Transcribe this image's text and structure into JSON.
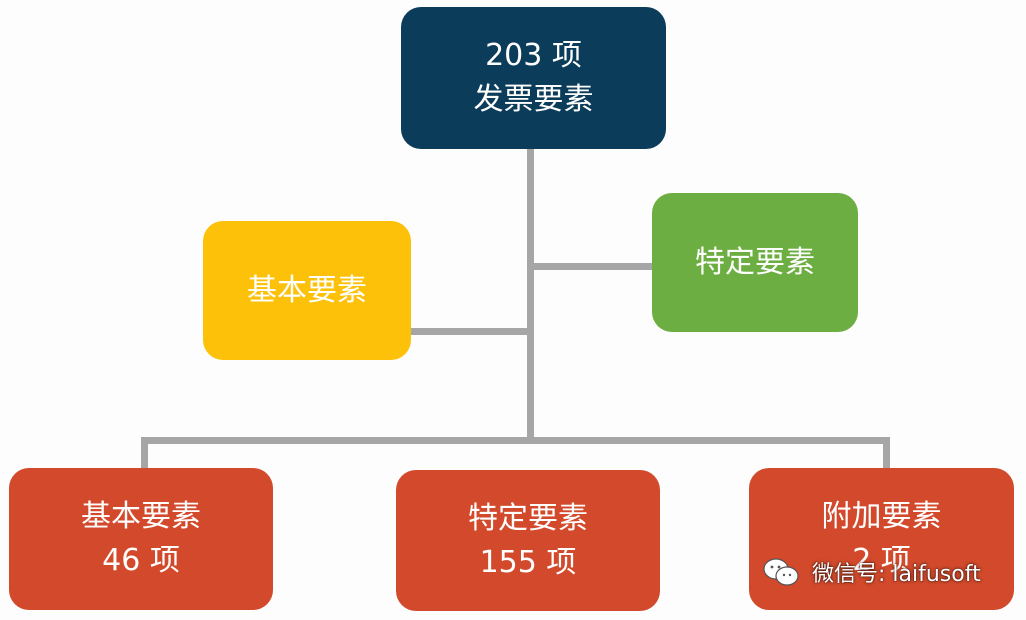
{
  "root": {
    "count": "203 项",
    "label": "发票要素",
    "color": "#0b3c5a"
  },
  "basic_mid": {
    "label": "基本要素",
    "color": "#fdc10a"
  },
  "specific_mid": {
    "label": "特定要素",
    "color": "#6cae41"
  },
  "leaves": [
    {
      "label": "基本要素",
      "count": "46 项",
      "color": "#d2492b"
    },
    {
      "label": "特定要素",
      "count": "155 项",
      "color": "#d2492b"
    },
    {
      "label": "附加要素",
      "count": "2 项",
      "color": "#d2492b"
    }
  ],
  "watermark": {
    "text": "微信号: laifusoft",
    "icon": "wechat-icon"
  },
  "connector_color": "#a6a6a6"
}
